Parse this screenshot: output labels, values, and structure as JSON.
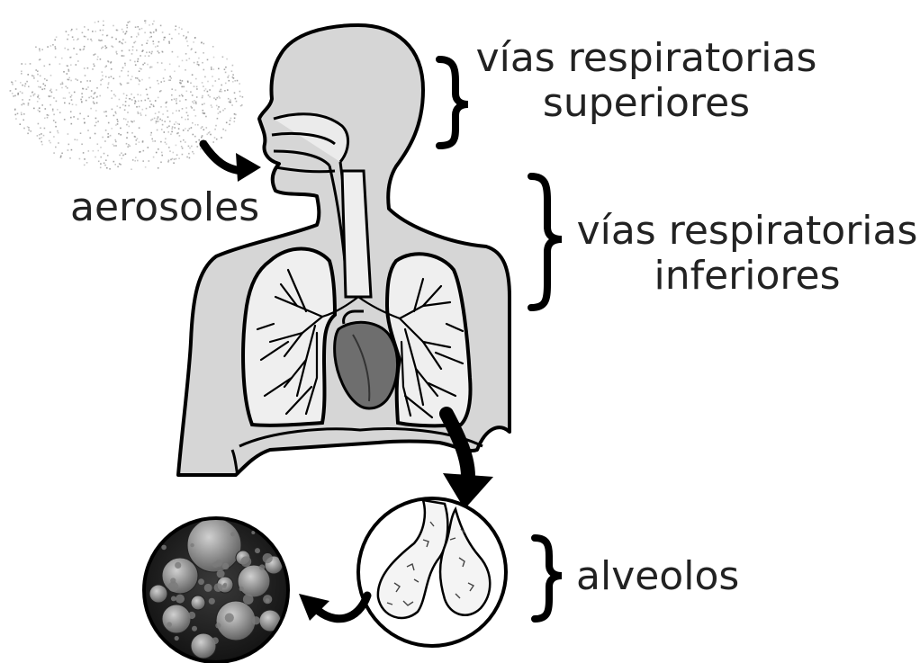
{
  "labels": {
    "upper_airways": [
      "vías respiratorias",
      "superiores"
    ],
    "lower_airways": [
      "vías respiratorias",
      "inferiores"
    ],
    "aerosols": "aerosoles",
    "alveoli": "alveolos"
  },
  "colors": {
    "body_fill": "#d6d6d6",
    "outline": "#000000",
    "text": "#222222",
    "particles": "#8a8a8a",
    "heart": "#6e6e6e",
    "pollen_bg": "#1f1f1f",
    "pollen_grain": "#9a9a9a"
  },
  "icons": [
    "aerosol-cloud-icon",
    "curved-arrow-icon",
    "brace-icon",
    "down-arrow-icon",
    "pollen-micrograph-icon"
  ]
}
